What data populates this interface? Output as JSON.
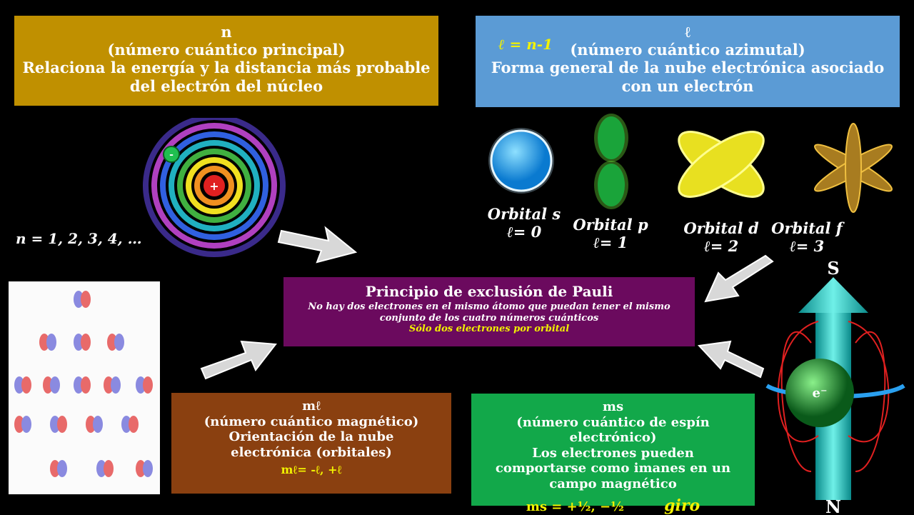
{
  "n_box": {
    "symbol": "n",
    "name": "(número cuántico principal)",
    "description": "Relaciona la energía y la distancia más probable del electrón del núcleo"
  },
  "n_values": "n = 1, 2, 3, 4, …",
  "nucleus_label": "+",
  "electron_label": "-",
  "l_box": {
    "symbol": "ℓ",
    "formula": "ℓ = n-1",
    "name": "(número cuántico azimutal)",
    "description": "Forma general de la nube electrónica asociado con un electrón"
  },
  "orbitals": [
    {
      "name": "Orbital s",
      "value": "ℓ= 0"
    },
    {
      "name": "Orbital p",
      "value": "ℓ= 1"
    },
    {
      "name": "Orbital d",
      "value": "ℓ= 2"
    },
    {
      "name": "Orbital f",
      "value": "ℓ= 3"
    }
  ],
  "pauli_box": {
    "title": "Principio de exclusión de Pauli",
    "description": "No hay dos electrones en el mismo átomo que puedan tener el mismo conjunto de los cuatro números cuánticos",
    "note": "Sólo dos electrones por orbital"
  },
  "ml_box": {
    "symbol": "mℓ",
    "name": "(número cuántico magnético)",
    "description": "Orientación de la nube electrónica (orbitales)",
    "formula": "mℓ= -ℓ, +ℓ"
  },
  "ms_box": {
    "symbol": "ms",
    "name": "(número cuántico de espín electrónico)",
    "description": "Los electrones pueden comportarse como imanes en un campo magnético",
    "formula": "ms = +½, −½",
    "spin_word": "giro"
  },
  "spin_diagram": {
    "north": "N",
    "south": "S",
    "electron": "e⁻"
  },
  "colors": {
    "n_box": "#c09000",
    "l_box": "#5b9bd5",
    "pauli_box": "#6b0a5e",
    "ml_box": "#8a4010",
    "ms_box": "#12a84a",
    "highlight": "#f2f200"
  }
}
